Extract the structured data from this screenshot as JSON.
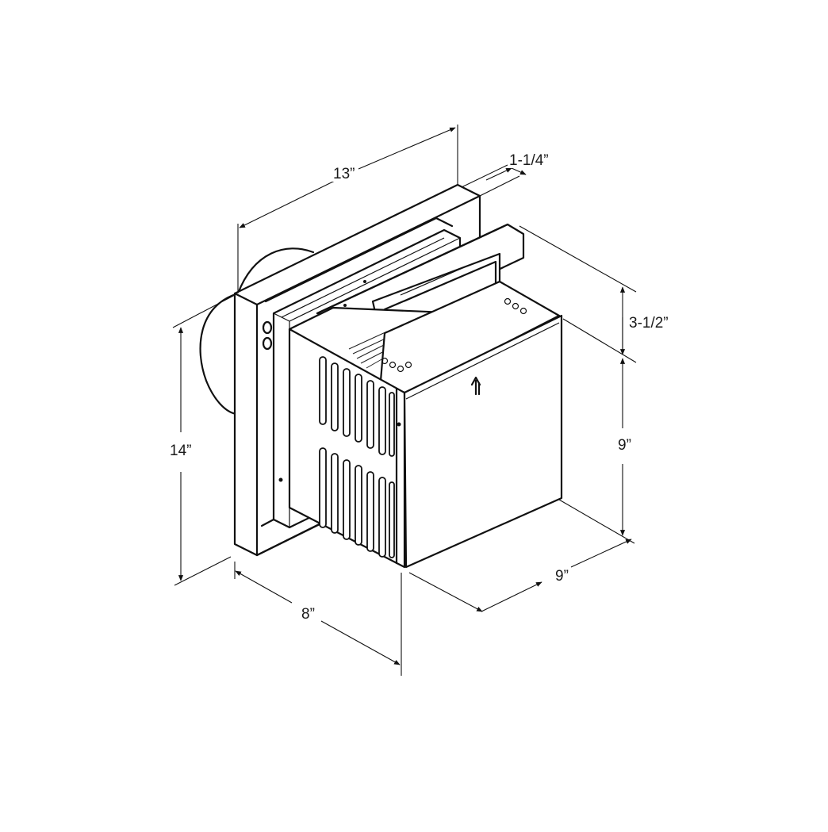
{
  "diagram": {
    "subject": "Wall vent termination cap (isometric line drawing)",
    "colors": {
      "line": "#111111",
      "text": "#1a1a1a",
      "background": "#ffffff"
    },
    "dimensions": {
      "overall_width": {
        "label": "13”",
        "value_in": 13
      },
      "flange_depth": {
        "label": "1-1/4”",
        "value_in": 1.25
      },
      "hood_height": {
        "label": "3-1/2”",
        "value_in": 3.5
      },
      "body_height": {
        "label": "9”",
        "value_in": 9
      },
      "overall_height": {
        "label": "14”",
        "value_in": 14
      },
      "projection_depth": {
        "label": "8”",
        "value_in": 8
      },
      "body_width": {
        "label": "9”",
        "value_in": 9
      }
    }
  }
}
